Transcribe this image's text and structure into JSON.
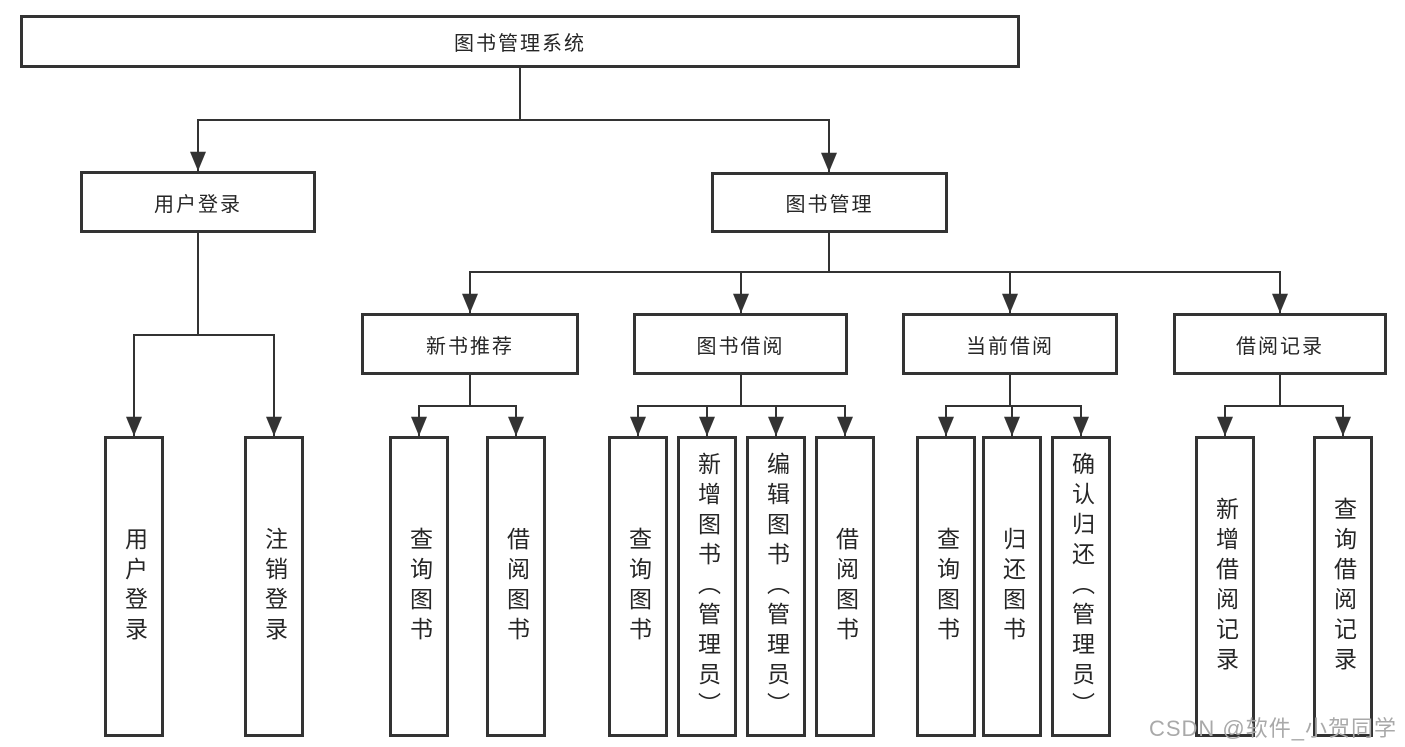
{
  "diagram_type": "hierarchy-tree",
  "tree": {
    "label": "图书管理系统",
    "children": [
      {
        "label": "用户登录",
        "children": [
          {
            "label": "用户登录"
          },
          {
            "label": "注销登录"
          }
        ]
      },
      {
        "label": "图书管理",
        "children": [
          {
            "label": "新书推荐",
            "children": [
              {
                "label": "查询图书"
              },
              {
                "label": "借阅图书"
              }
            ]
          },
          {
            "label": "图书借阅",
            "children": [
              {
                "label": "查询图书"
              },
              {
                "label": "新增图书（管理员）"
              },
              {
                "label": "编辑图书（管理员）"
              },
              {
                "label": "借阅图书"
              }
            ]
          },
          {
            "label": "当前借阅",
            "children": [
              {
                "label": "查询图书"
              },
              {
                "label": "归还图书"
              },
              {
                "label": "确认归还（管理员）"
              }
            ]
          },
          {
            "label": "借阅记录",
            "children": [
              {
                "label": "新增借阅记录"
              },
              {
                "label": "查询借阅记录"
              }
            ]
          }
        ]
      }
    ]
  },
  "watermark": {
    "text": "CSDN @软件_小贺同学"
  },
  "colors": {
    "line": "#333333",
    "box_border": "#333333",
    "box_fill": "#ffffff",
    "text": "#262626",
    "watermark": "#a9a9a9"
  }
}
